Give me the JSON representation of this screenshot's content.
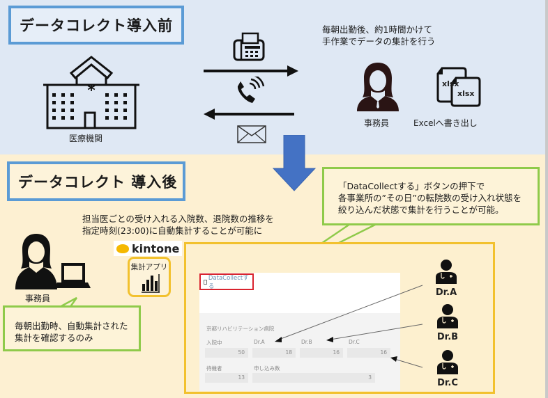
{
  "before": {
    "title": "データコレクト導入前",
    "hospital_label": "医療機関",
    "description_lines": [
      "毎朝出勤後、約1時間かけて",
      "手作業でデータの集計を行う"
    ],
    "clerk_label": "事務員",
    "excel_label": "Excelへ書き出し",
    "file_text": "xlsx",
    "channels": [
      "fax-icon",
      "phone-icon",
      "mail-icon"
    ]
  },
  "after": {
    "title": "データコレクト 導入後",
    "description_lines": [
      "担当医ごとの受け入れる入院数、退院数の推移を",
      "指定時刻(23:00)に自動集計することが可能に"
    ],
    "kintone_logo": "kintone",
    "app_label": "集計アプリ",
    "clerk_label": "事務員",
    "clerk_callout_lines": [
      "毎朝出勤時、自動集計された",
      "集計を確認するのみ"
    ],
    "button_callout_lines": [
      "「DataCollectする」ボタンの押下で",
      "各事業所の”その日”の転院数の受け入れ状態を",
      "絞り込んだ状態で集計を行うことが可能。"
    ],
    "screenshot": {
      "button_label": "DataCollectする",
      "facility_name": "京都リハビリテーション病院",
      "fields": {
        "inpatients": {
          "label": "入院中",
          "value": "50"
        },
        "dr_a": {
          "label": "Dr.A",
          "value": "18"
        },
        "dr_b": {
          "label": "Dr.B",
          "value": "16"
        },
        "dr_c": {
          "label": "Dr.C",
          "value": "16"
        },
        "waiting": {
          "label": "待機者",
          "value": "13"
        },
        "applications": {
          "label": "申し込み数",
          "value": "3"
        }
      }
    },
    "doctors": [
      "Dr.A",
      "Dr.B",
      "Dr.C"
    ]
  },
  "colors": {
    "before_bg": "#dfe8f4",
    "after_bg": "#fdf0d2",
    "title_border": "#5b9bd5",
    "callout_border": "#8fca4a",
    "frame_border": "#f2c12e",
    "down_arrow": "#4472c4",
    "button_highlight": "#d9232e"
  }
}
